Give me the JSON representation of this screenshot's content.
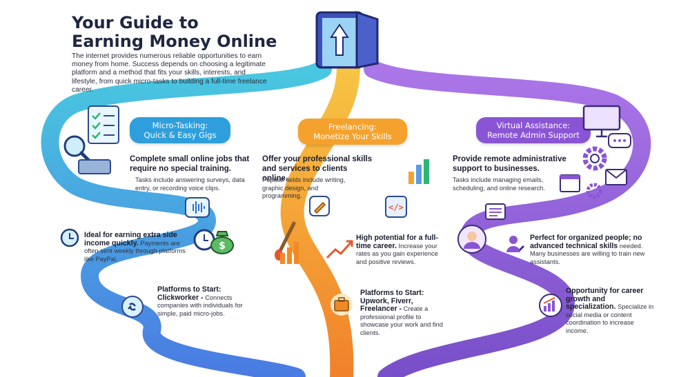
{
  "header": {
    "title_line1": "Your Guide to",
    "title_line2": "Earning Money Online",
    "intro": "The internet provides numerous reliable opportunities to earn money from home. Success depends on choosing a legitimate platform and a method that fits your skills, interests, and lifestyle, from quick micro-tasks to building a full-time freelance career."
  },
  "colors": {
    "micro": "#2aa6e0",
    "freelance": "#f39a2b",
    "virtual": "#8b55d6",
    "door": "#5b6fd6"
  },
  "micro": {
    "badge_line1": "Micro-Tasking:",
    "badge_line2": "Quick & Easy Gigs",
    "lead": "Complete small online jobs that require no special training.",
    "detail": "Tasks include answering surveys, data entry, or recording voice clips.",
    "point2_bold": "Ideal for earning extra side income quickly.",
    "point2_rest": "Payments are often sent weekly through platforms like PayPal.",
    "platforms_title": "Platforms to Start:",
    "platforms_bold": "Clickworker -",
    "platforms_rest": "Connects companies with individuals for simple, paid micro-jobs."
  },
  "freelance": {
    "badge_line1": "Freelancing:",
    "badge_line2": "Monetize Your Skills",
    "lead": "Offer your professional skills and services to clients online.",
    "detail": "Popular fields include writing, graphic design, and programming.",
    "point2_bold": "High potential for a full-time career.",
    "point2_rest": "Increase your rates as you gain experience and positive reviews.",
    "platforms_title": "Platforms to Start:",
    "platforms_bold": "Upwork, Fiverr, Freelancer -",
    "platforms_rest": "Create a professional profile to showcase your work and find clients."
  },
  "virtual": {
    "badge_line1": "Virtual Assistance:",
    "badge_line2": "Remote Admin Support",
    "lead": "Provide remote administrative support to businesses.",
    "detail": "Tasks include managing emails, scheduling, and online research.",
    "point2_bold": "Perfect for organized people; no advanced technical skills",
    "point2_rest": "needed. Many businesses are willing to train new assistants.",
    "point3_bold": "Opportunity for career growth and specialization.",
    "point3_rest": "Specialize in social media or content coordination to increase income."
  }
}
